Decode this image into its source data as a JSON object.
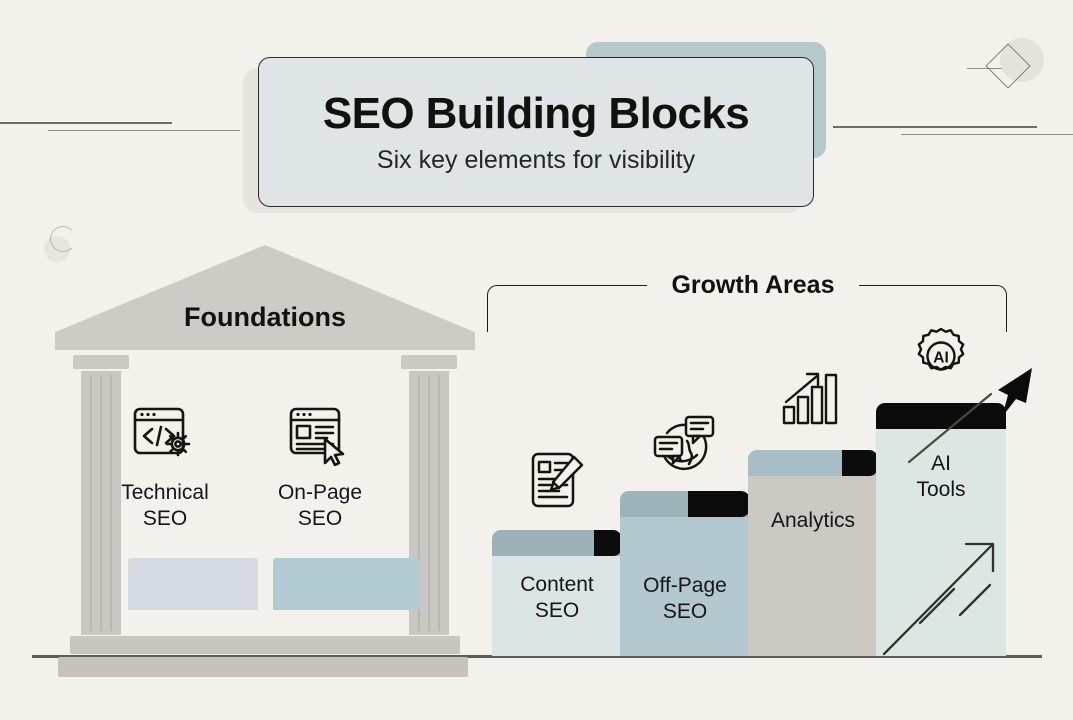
{
  "title": {
    "main": "SEO Building Blocks",
    "subtitle": "Six key elements for visibility"
  },
  "sections": {
    "foundations": {
      "heading": "Foundations",
      "pillars": [
        {
          "label_line1": "Technical",
          "label_line2": "SEO",
          "icon": "code-window-gear-icon"
        },
        {
          "label_line1": "On-Page",
          "label_line2": "SEO",
          "icon": "layout-cursor-icon"
        }
      ]
    },
    "growth": {
      "heading": "Growth Areas",
      "bars": [
        {
          "label_line1": "Content",
          "label_line2": "SEO",
          "icon": "document-pencil-icon",
          "color": "#dce5e6",
          "cap_color": "#9db2b8"
        },
        {
          "label_line1": "Off-Page",
          "label_line2": "SEO",
          "icon": "globe-chat-icon",
          "color": "#b3c8ce",
          "cap_color": "#9cb3ba"
        },
        {
          "label_line1": "Analytics",
          "label_line2": "",
          "icon": "bar-chart-arrow-icon",
          "color": "#cbc9c2",
          "cap_color": "#a8bec5"
        },
        {
          "label_line1": "AI",
          "label_line2": "Tools",
          "icon": "ai-gear-icon",
          "color": "#dce6e2",
          "cap_color": "#0c0c0c"
        }
      ]
    }
  },
  "colors": {
    "background": "#f2f1ec",
    "title_card": "#dfe5e6",
    "title_card_shadow": "#b7c8cd",
    "ink": "#111110",
    "stone": "#cdcbc5",
    "accent_black": "#0c0c0c",
    "ground": "#5d5d57"
  }
}
